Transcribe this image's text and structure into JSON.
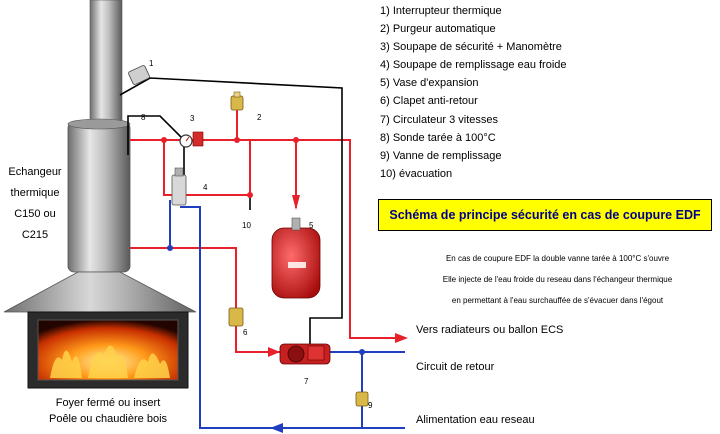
{
  "legend": [
    "1)   Interrupteur thermique",
    "2)   Purgeur automatique",
    "3)   Soupape de sécurité + Manomètre",
    "4)   Soupape de remplissage eau froide",
    "5)   Vase d'expansion",
    "6)   Clapet anti-retour",
    "7)   Circulateur 3 vitesses",
    "8)   Sonde tarée à 100°C",
    "9)   Vanne de remplissage",
    "10) évacuation"
  ],
  "title": "Schéma de principe sécurité en cas de coupure EDF",
  "notes": [
    "En cas de coupure EDF la double vanne tarée à 100°C s'ouvre",
    "Elle injecte de l'eau froide du reseau dans l'échangeur thermique",
    "en permettant à l'eau surchauffée de s'évacuer dans l'égout"
  ],
  "exchanger_label": [
    "Echangeur",
    "thermique",
    "C150 ou C215"
  ],
  "fireplace_label": [
    "Foyer fermé ou insert",
    "Poêle ou chaudière bois"
  ],
  "flows": {
    "radiators": "Vers radiateurs ou ballon ECS",
    "return": "Circuit de retour",
    "supply": "Alimentation eau reseau"
  },
  "numbers": [
    "1",
    "2",
    "3",
    "4",
    "5",
    "6",
    "7",
    "8",
    "9",
    "10"
  ],
  "colors": {
    "hot": "#e8202a",
    "cold": "#1f3fbf",
    "probe": "#000000",
    "title_bg": "#ffff00",
    "title_text": "#00008b"
  }
}
